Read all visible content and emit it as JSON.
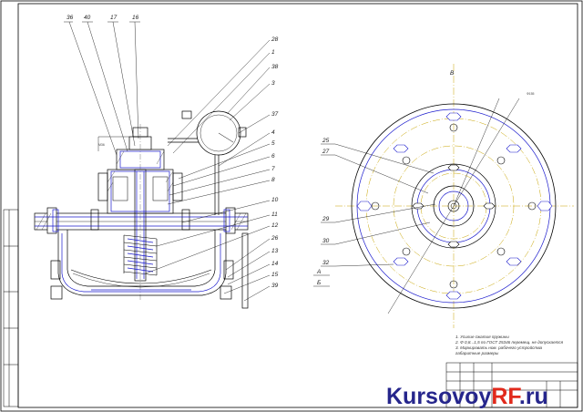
{
  "drawing": {
    "callouts_top": [
      "36",
      "40",
      "17",
      "16"
    ],
    "callouts_right": [
      "28",
      "1",
      "38",
      "3",
      "37",
      "4",
      "5",
      "6",
      "7",
      "8",
      "10",
      "11",
      "12",
      "26",
      "13",
      "14",
      "15",
      "39"
    ],
    "callouts_plan": [
      "25",
      "27",
      "29",
      "30",
      "32"
    ],
    "plan_labels": [
      "А",
      "Б",
      "В"
    ],
    "dim_label_left": "М36",
    "dim_label_right": "Ф155",
    "note_lines": [
      "1. Усилие сжатия пружины",
      "2. Ф 0,8...1,5 по ГОСТ 25346 перемещ. не допускается",
      "3. Маркировать ном. рабочего устройства",
      "   габаритные размеры"
    ]
  },
  "watermark": {
    "part1": "Kursovoy",
    "part2": "RF",
    "part3": ".ru"
  },
  "colors": {
    "line": "#000000",
    "blue": "#1a1acd",
    "yellow": "#c8a400"
  }
}
